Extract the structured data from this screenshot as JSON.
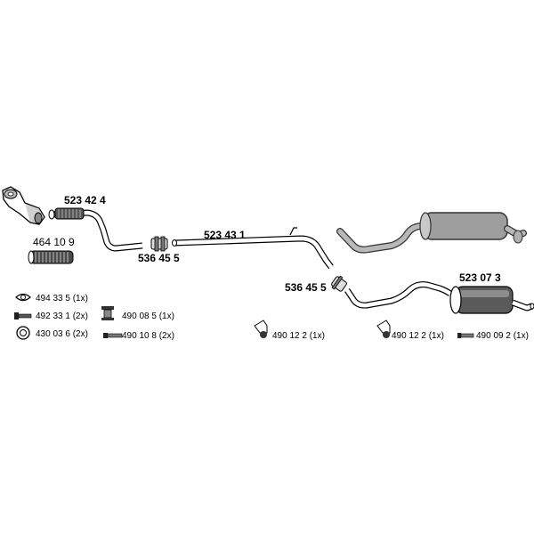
{
  "parts": {
    "front_pipe": "523 42 4",
    "flex_pipe": "464 10 9",
    "clamp_left": "536 45 5",
    "middle_pipe": "523 43 1",
    "clamp_right": "536 45 5",
    "rear_silencer": "523 07 3"
  },
  "accessories": {
    "gasket": "494 33 5 (1x)",
    "bolt": "492 33 1 (2x)",
    "nut": "430 03 6 (2x)",
    "mount_clamp": "490 08 5 (1x)",
    "stud": "490 10 8 (2x)",
    "hanger_mid": "490 12 2 (1x)",
    "hanger_rear": "490 12 2 (1x)",
    "rod_rear": "490 09 2 (1x)"
  }
}
